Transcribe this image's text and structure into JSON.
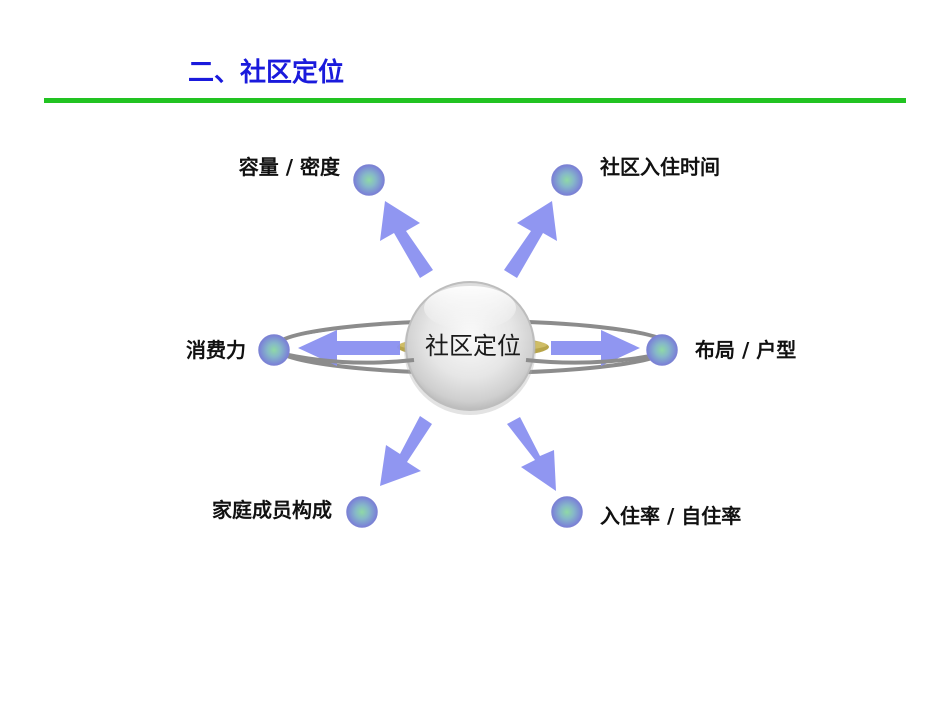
{
  "title": "二、社区定位",
  "colors": {
    "title": "#1a1adc",
    "rule": "#22c322",
    "arrow": "#8a90f0",
    "ring": "#808080",
    "node_edge": "#7f86d6",
    "node_core": "#7fc7a2",
    "center_sphere": "#dcdcdc"
  },
  "center": {
    "label": "社区定位"
  },
  "nodes": [
    {
      "id": "capacity",
      "label": "容量 / 密度"
    },
    {
      "id": "move-in-time",
      "label": "社区入住时间"
    },
    {
      "id": "consumption",
      "label": "消费力"
    },
    {
      "id": "layout",
      "label": "布局 / 户型"
    },
    {
      "id": "family",
      "label": "家庭成员构成"
    },
    {
      "id": "occupancy",
      "label": "入住率 / 自住率"
    }
  ]
}
